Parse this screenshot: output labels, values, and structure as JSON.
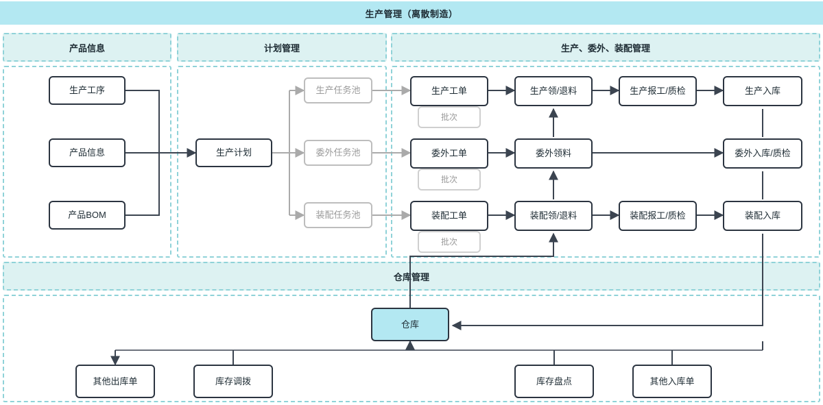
{
  "header": {
    "title": "生产管理（离散制造）"
  },
  "sections": [
    {
      "id": "product-info",
      "title": "产品信息"
    },
    {
      "id": "plan-management",
      "title": "计划管理"
    },
    {
      "id": "production-outsourcing-assembly",
      "title": "生产、委外、装配管理"
    },
    {
      "id": "warehouse-management",
      "title": "仓库管理"
    }
  ],
  "nodes": {
    "product_process": "生产工序",
    "product_info": "产品信息",
    "product_bom": "产品BOM",
    "production_plan": "生产计划",
    "pool_production": "生产任务池",
    "pool_outsourcing": "委外任务池",
    "pool_assembly": "装配任务池",
    "order_production": "生产工单",
    "order_outsourcing": "委外工单",
    "order_assembly": "装配工单",
    "batch_production": "批次",
    "batch_outsourcing": "批次",
    "batch_assembly": "批次",
    "pick_production": "生产领/退料",
    "pick_outsourcing": "委外领料",
    "pick_assembly": "装配领/退料",
    "report_production": "生产报工/质检",
    "report_assembly": "装配报工/质检",
    "in_production": "生产入库",
    "in_outsourcing": "委外入库/质检",
    "in_assembly": "装配入库",
    "warehouse": "仓库",
    "other_outbound": "其他出库单",
    "stock_transfer": "库存调拨",
    "stock_count": "库存盘点",
    "other_inbound": "其他入库单"
  },
  "colors": {
    "banner": "#b3e8f2",
    "section_head": "#ddf2f2",
    "section_border": "#8fd2d8",
    "node_border": "#2b3440",
    "node_muted_border": "#bdbdbd",
    "link": "#3b4450",
    "link_muted": "#aaaaaa",
    "warehouse_fill": "#b3e8f2"
  },
  "chart_data": {
    "type": "diagram",
    "title": "生产管理（离散制造）",
    "lanes": [
      "产品信息",
      "计划管理",
      "生产、委外、装配管理",
      "仓库管理"
    ],
    "flows": [
      {
        "from": "生产工序",
        "to": "生产计划"
      },
      {
        "from": "产品信息",
        "to": "生产计划"
      },
      {
        "from": "产品BOM",
        "to": "生产计划"
      },
      {
        "from": "生产计划",
        "to": "生产任务池"
      },
      {
        "from": "生产计划",
        "to": "委外任务池"
      },
      {
        "from": "生产计划",
        "to": "装配任务池"
      },
      {
        "from": "生产任务池",
        "to": "生产工单"
      },
      {
        "from": "委外任务池",
        "to": "委外工单"
      },
      {
        "from": "装配任务池",
        "to": "装配工单"
      },
      {
        "from": "生产工单",
        "to": "生产领/退料"
      },
      {
        "from": "生产领/退料",
        "to": "生产报工/质检"
      },
      {
        "from": "生产报工/质检",
        "to": "生产入库"
      },
      {
        "from": "委外工单",
        "to": "委外领料"
      },
      {
        "from": "委外领料",
        "to": "委外入库/质检"
      },
      {
        "from": "装配工单",
        "to": "装配领/退料"
      },
      {
        "from": "装配领/退料",
        "to": "装配报工/质检"
      },
      {
        "from": "装配报工/质检",
        "to": "装配入库"
      },
      {
        "from": "装配领/退料",
        "to": "委外领料"
      },
      {
        "from": "委外领料",
        "to": "生产领/退料"
      },
      {
        "from": "仓库",
        "to": "装配领/退料"
      },
      {
        "from": "生产入库",
        "to": "委外入库/质检"
      },
      {
        "from": "委外入库/质检",
        "to": "装配入库"
      },
      {
        "from": "装配入库",
        "to": "仓库"
      },
      {
        "from": "仓库",
        "to": "其他出库单"
      },
      {
        "from": "库存调拨",
        "to": "仓库"
      },
      {
        "from": "库存盘点",
        "to": "仓库"
      },
      {
        "from": "其他入库单",
        "to": "仓库"
      }
    ]
  }
}
